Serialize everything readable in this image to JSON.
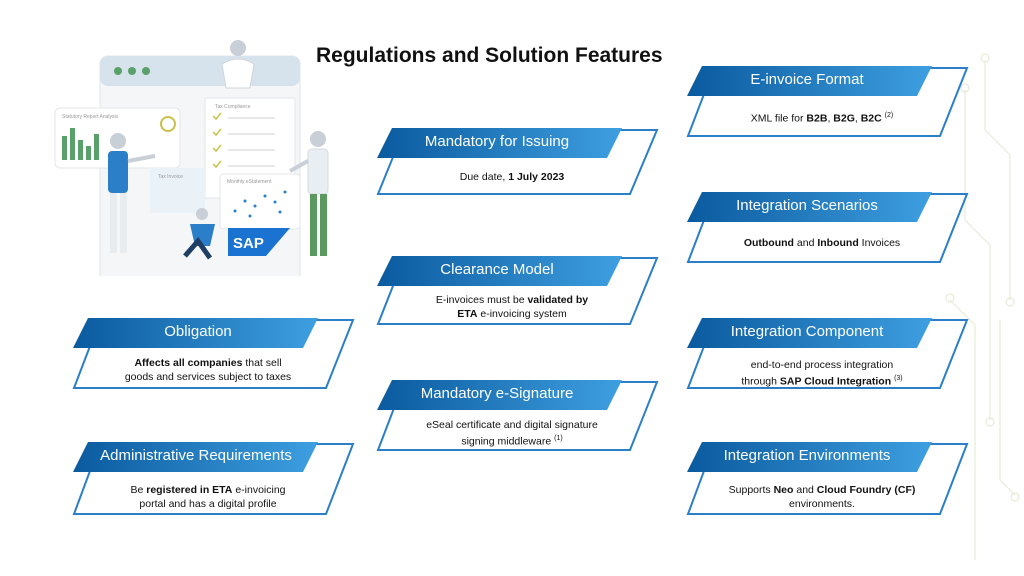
{
  "title": "Regulations and Solution Features",
  "illustration": {
    "statutory_label": "Statutory Report Analysis",
    "tax_compliance_label": "Tax Compliance",
    "tax_invoice_label": "Tax Invoice",
    "monthly_label": "Monthly eStatement",
    "sap_logo_text": "SAP"
  },
  "cards": {
    "mandatory_issuing": {
      "title": "Mandatory for Issuing",
      "body_plain": "Due date, ",
      "body_bold": "1 July 2023"
    },
    "clearance_model": {
      "title": "Clearance Model",
      "body_1": "E-invoices must be ",
      "body_bold_1": "validated by",
      "body_bold_2": "ETA",
      "body_2": " e-invoicing system"
    },
    "mandatory_esignature": {
      "title": "Mandatory e-Signature",
      "body_1": "eSeal certificate and digital signature",
      "body_2": "signing middleware",
      "note": "(1)"
    },
    "obligation": {
      "title": "Obligation",
      "body_bold": "Affects all companies",
      "body_1": " that sell",
      "body_2": "goods and services subject to taxes"
    },
    "admin_requirements": {
      "title": "Administrative Requirements",
      "body_1": "Be ",
      "body_bold": "registered in ETA",
      "body_2": " e-invoicing",
      "body_3": "portal and has a digital profile"
    },
    "einvoice_format": {
      "title": "E-invoice Format",
      "body_1": "XML file for ",
      "b2b": "B2B",
      "sep1": ", ",
      "b2g": "B2G",
      "sep2": ", ",
      "b2c": "B2C",
      "note": "(2)"
    },
    "integration_scenarios": {
      "title": "Integration Scenarios",
      "bold_1": "Outbound",
      "and": " and ",
      "bold_2": "Inbound",
      "body_2": " Invoices"
    },
    "integration_component": {
      "title": "Integration Component",
      "body_1": "end-to-end process integration",
      "body_2": "through ",
      "bold": "SAP Cloud Integration",
      "note": "(3)"
    },
    "integration_environments": {
      "title": "Integration Environments",
      "body_1": "Supports ",
      "bold_1": "Neo",
      "and": " and ",
      "bold_2": "Cloud Foundry (CF)",
      "body_2": "environments."
    }
  },
  "colors": {
    "header_dark": "#0a5a9e",
    "header_light": "#3e9fe0",
    "frame": "#2a7fc8",
    "accent_green": "#5aa06a"
  }
}
